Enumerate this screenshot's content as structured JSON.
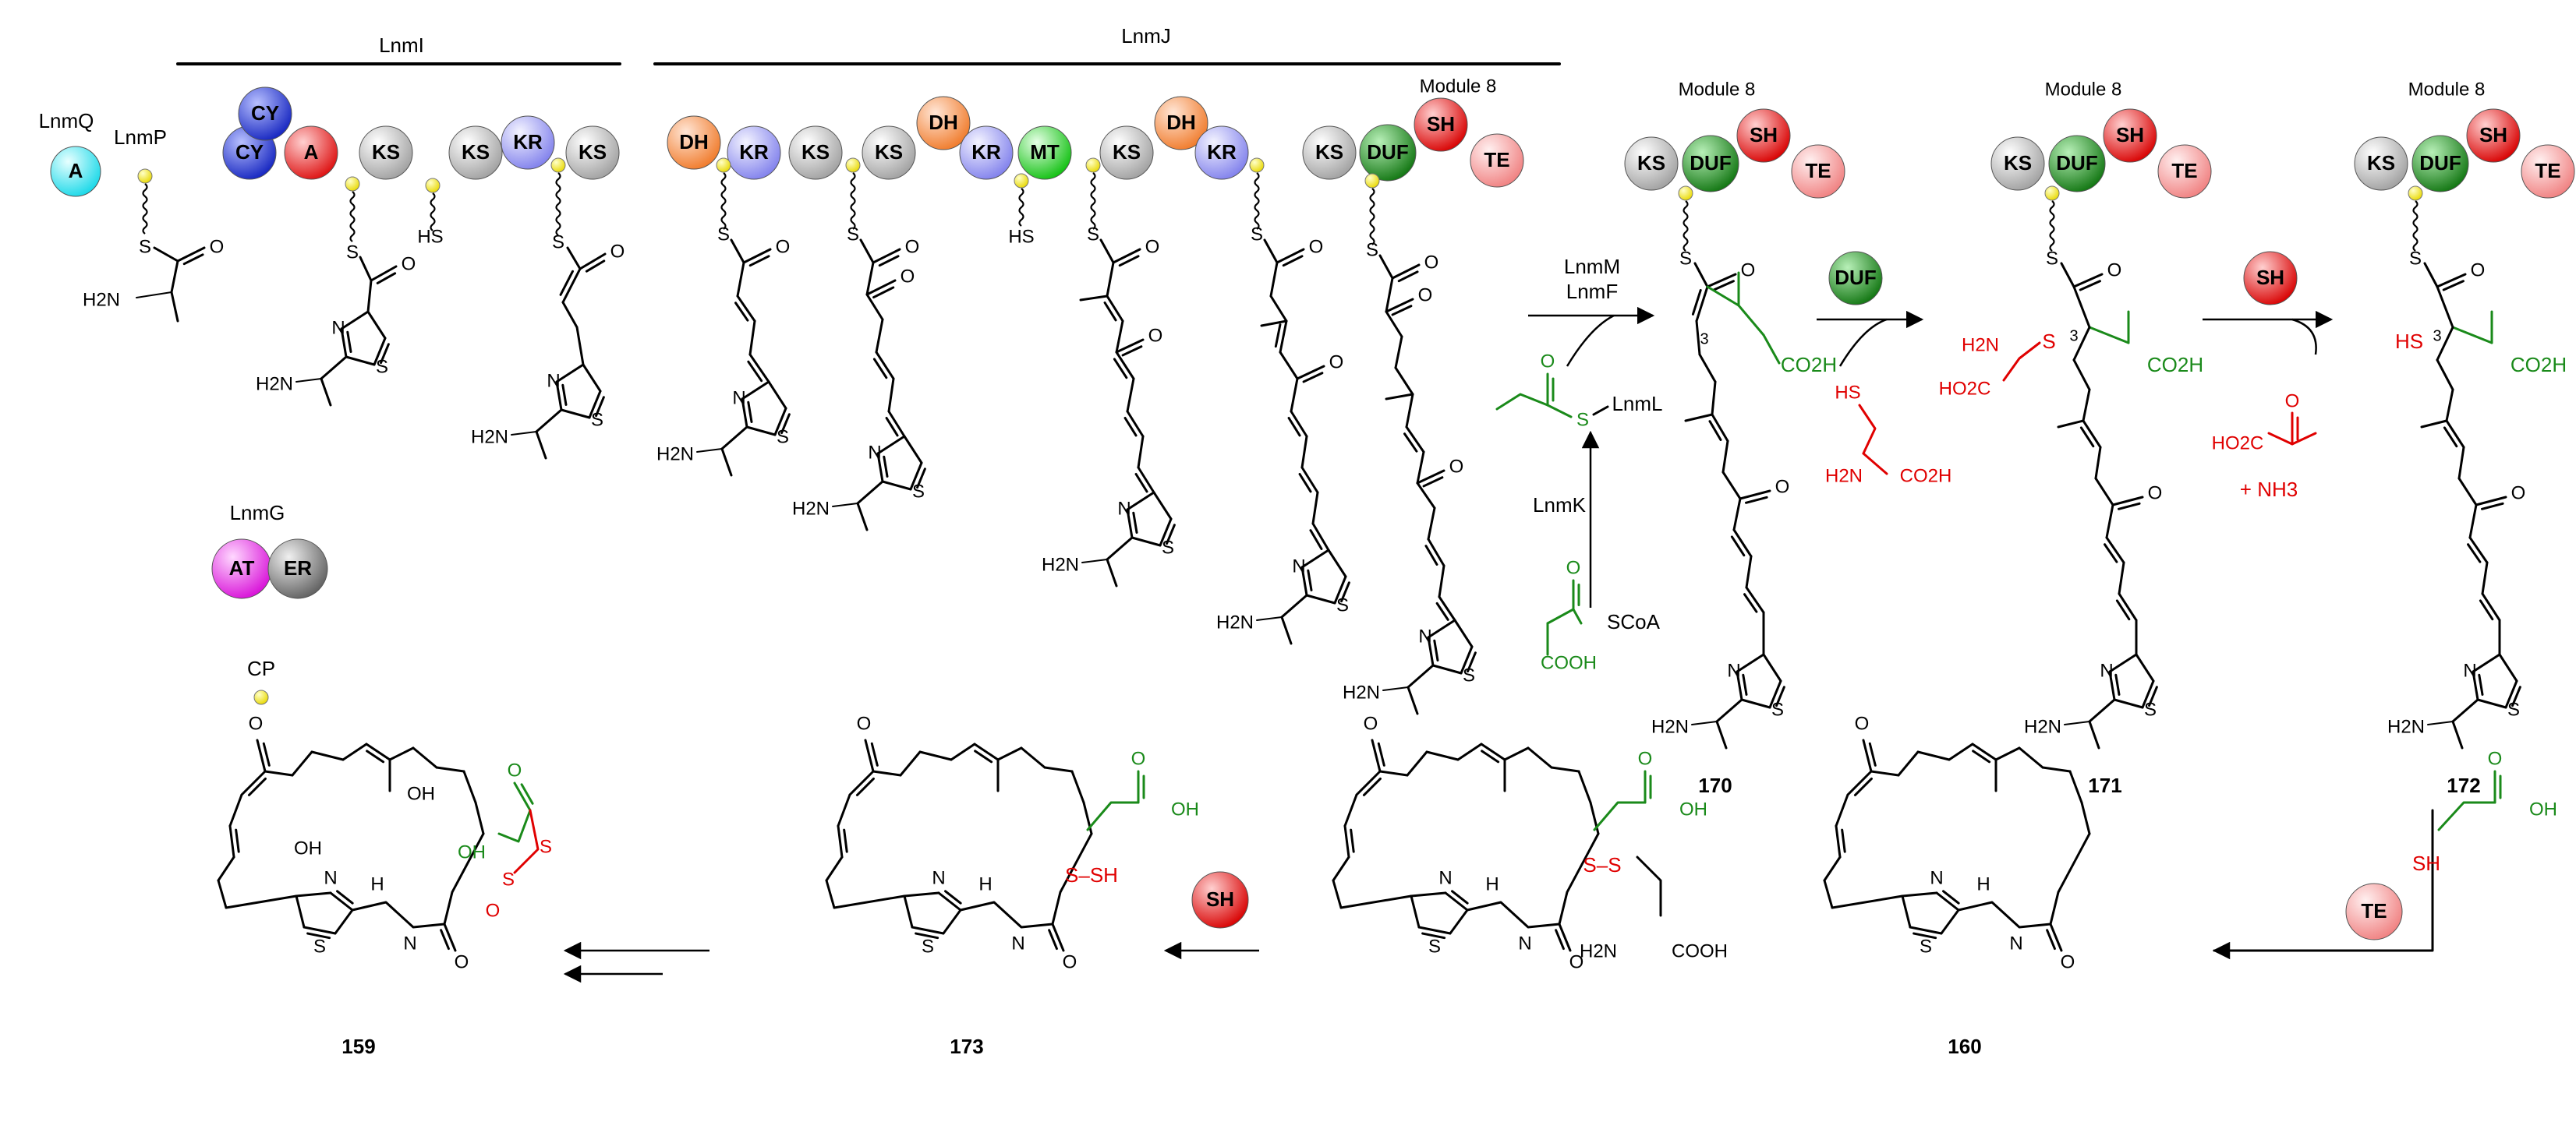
{
  "colors": {
    "A": "#18d8e8",
    "CY": "#2233cc",
    "Ared": "#e01818",
    "KS": "#a8a8a8",
    "KR": "#8c8cf0",
    "DH": "#f58a3a",
    "MT": "#20d020",
    "DUF": "#1f8f1f",
    "SH": "#e00000",
    "TE": "#f28a8a",
    "AT": "#e01ee0",
    "ER": "#707070",
    "CP": "#f2e20a",
    "green": "#1a8a1a",
    "red": "#e00000"
  },
  "headers": {
    "lnmi": "LnmI",
    "lnmj": "LnmJ"
  },
  "proteins": {
    "lnmq": "LnmQ",
    "lnmp": "LnmP",
    "lnmg": "LnmG",
    "cp": "CP"
  },
  "domain_labels": {
    "A": "A",
    "CY": "CY",
    "KS": "KS",
    "KR": "KR",
    "DH": "DH",
    "MT": "MT",
    "DUF": "DUF",
    "SH": "SH",
    "TE": "TE",
    "AT": "AT",
    "ER": "ER"
  },
  "module_label": "Module 8",
  "enzymes": {
    "lnmm": "LnmM",
    "lnmf": "LnmF",
    "lnmk": "LnmK",
    "lnml": "LnmL"
  },
  "atoms": {
    "S": "S",
    "O": "O",
    "N": "N",
    "H": "H",
    "H2N": "H2N",
    "CO2H": "CO2H",
    "HO2C": "HO2C",
    "HS": "HS",
    "OH": "OH",
    "SCoA": "SCoA",
    "COOH": "COOH",
    "NH3": "+ NH3",
    "SSH": "S–SH",
    "SS": "S–S",
    "SH": "SH",
    "NH": "N",
    "three": "3"
  },
  "compounds": {
    "c170": "170",
    "c171": "171",
    "c172": "172",
    "c159": "159",
    "c173": "173",
    "c160": "160"
  }
}
